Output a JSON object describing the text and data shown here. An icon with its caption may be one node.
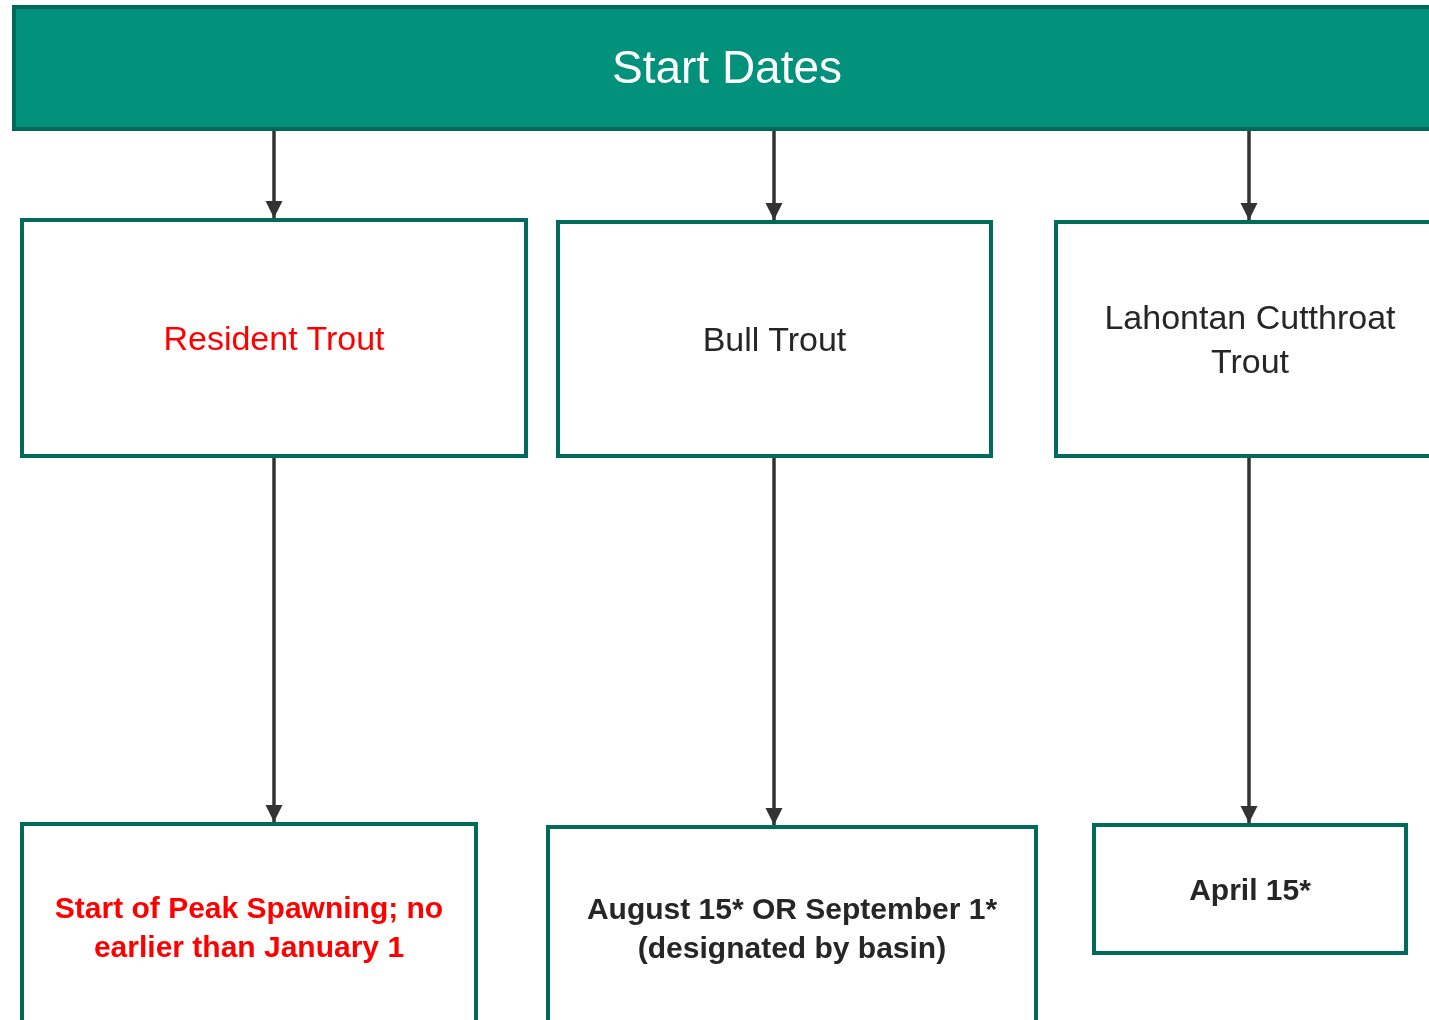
{
  "diagram": {
    "nodes": [
      {
        "text": [
          "Start Dates"
        ]
      },
      {
        "text": [
          "Resident Trout"
        ]
      },
      {
        "text": [
          "Bull Trout"
        ]
      },
      {
        "text": [
          "Lahontan Cutthroat Trout"
        ]
      },
      {
        "text": [
          "Start of Peak Spawning; no earlier than January 1"
        ]
      },
      {
        "text": [
          "August 15* OR September 1* (designated by basin)"
        ]
      },
      {
        "text": [
          "April 15*"
        ]
      }
    ],
    "edges": [
      {
        "from": 0,
        "to": 1,
        "arrow": "to"
      },
      {
        "from": 0,
        "to": 2,
        "arrow": "to"
      },
      {
        "from": 0,
        "to": 3,
        "arrow": "to"
      },
      {
        "from": 1,
        "to": 4,
        "arrow": "to"
      },
      {
        "from": 2,
        "to": 5,
        "arrow": "to"
      },
      {
        "from": 3,
        "to": 6,
        "arrow": "to"
      }
    ]
  }
}
